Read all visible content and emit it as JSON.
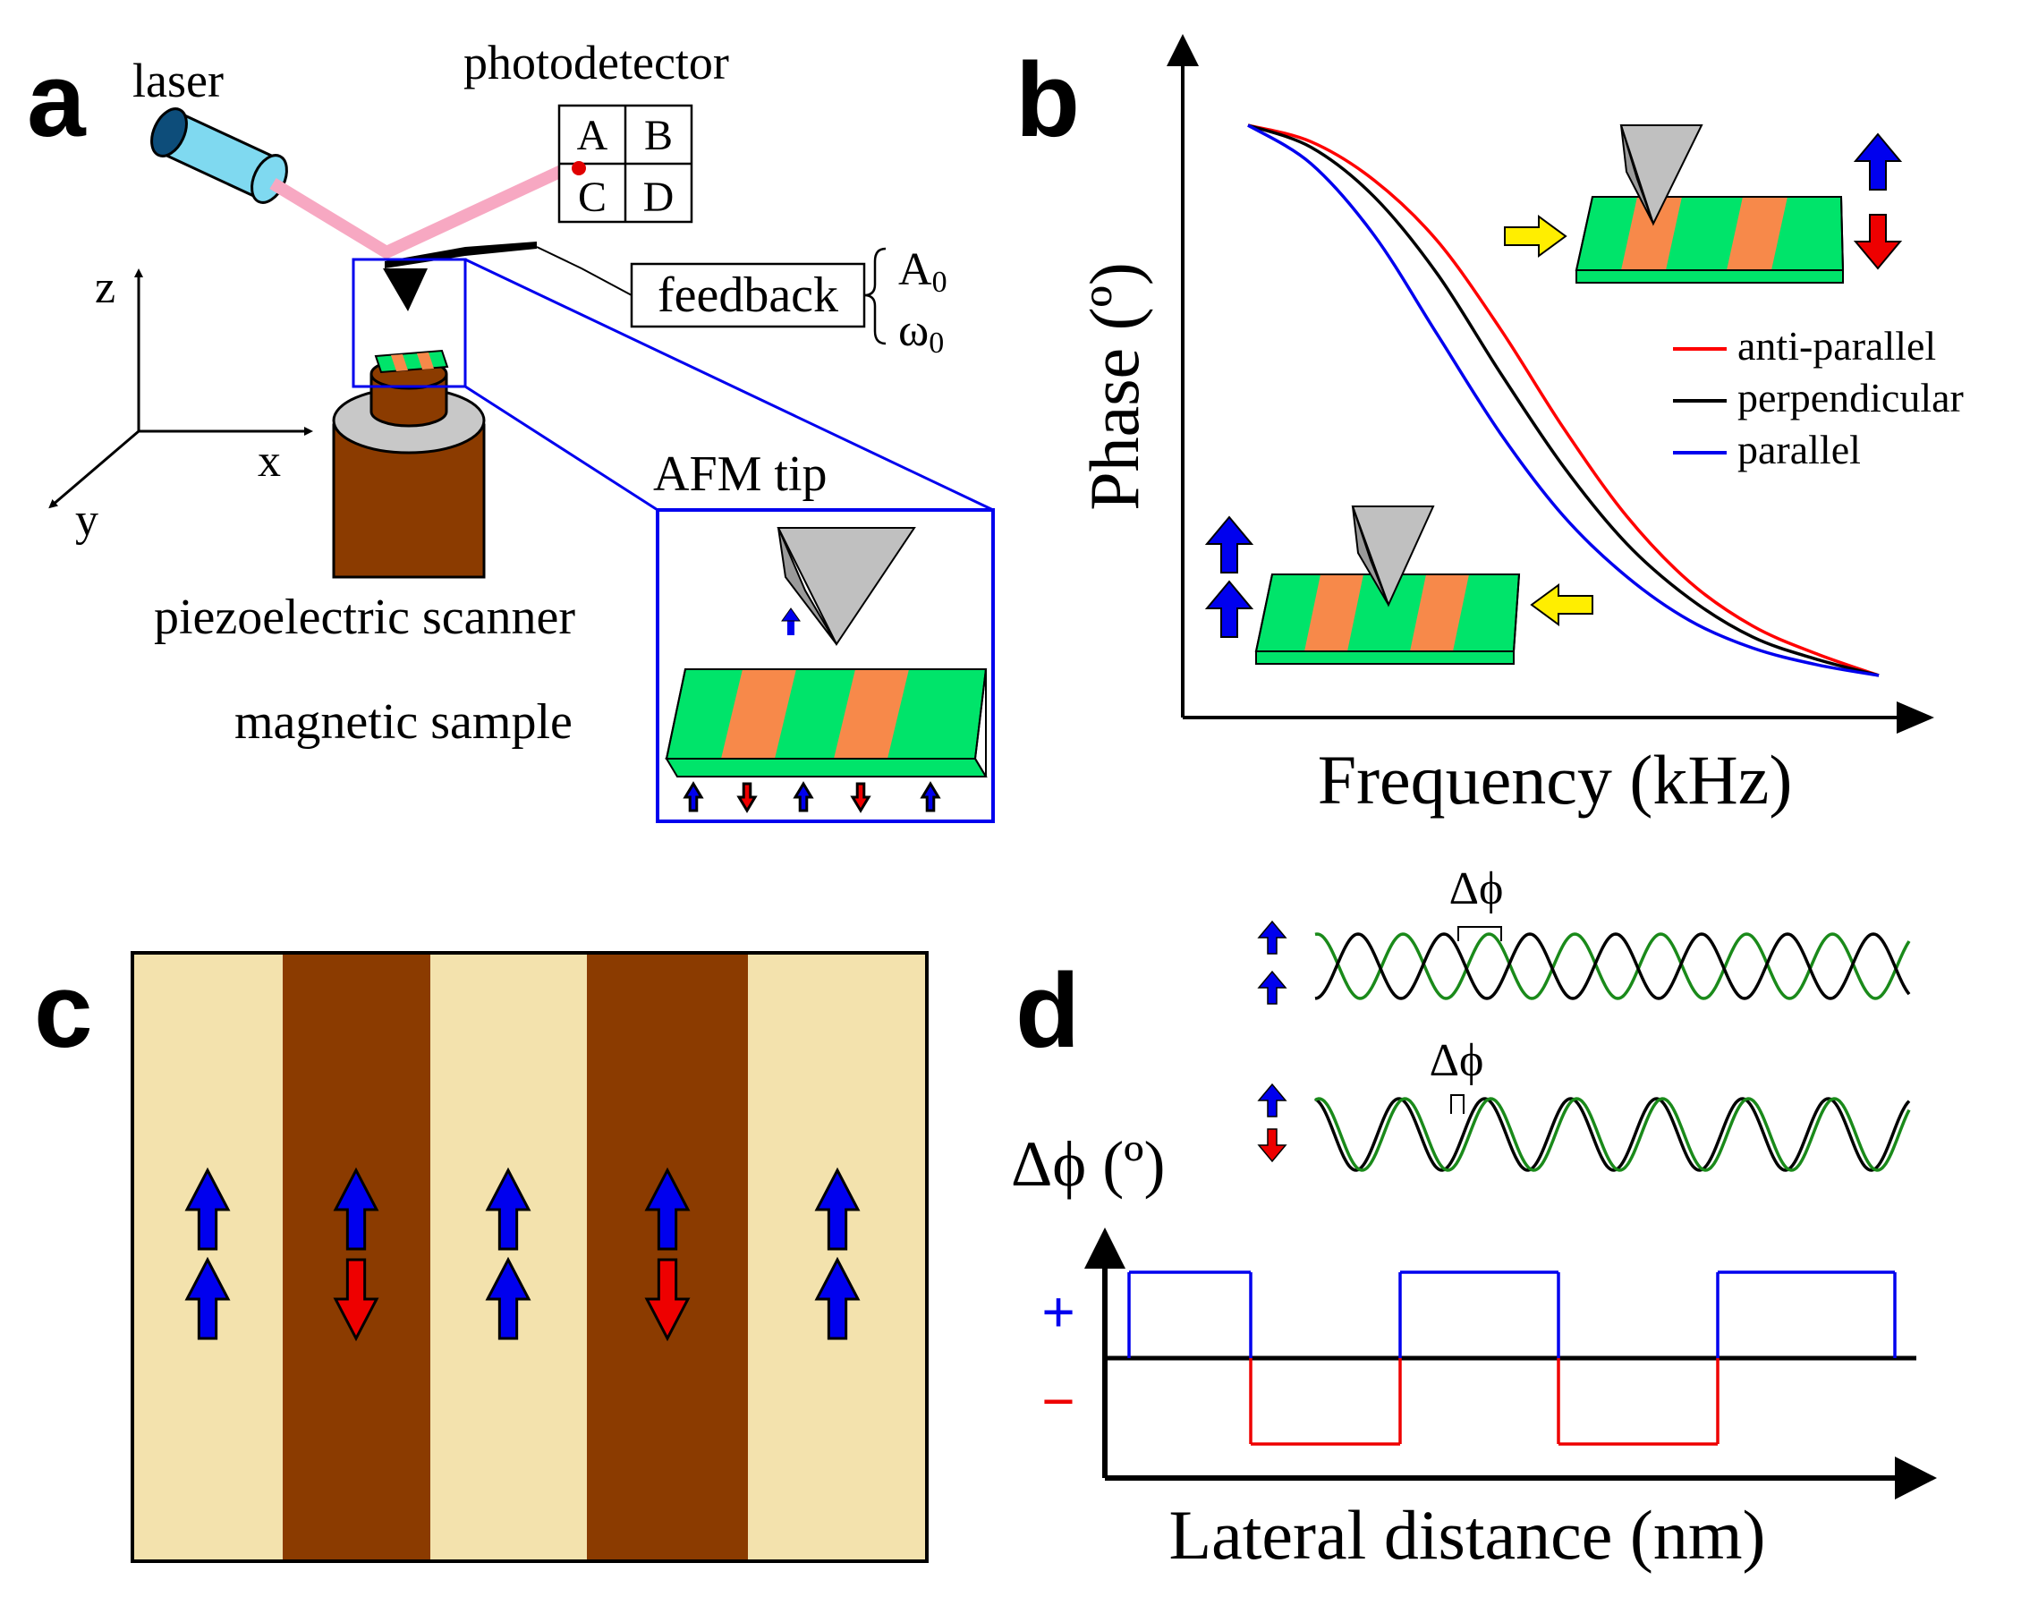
{
  "panels": {
    "a": {
      "letter": "a",
      "laser": "laser",
      "photodetector": "photodetector",
      "quadrants": [
        "A",
        "B",
        "C",
        "D"
      ],
      "feedback": "feedback",
      "amp_base": "A",
      "amp_sub": "0",
      "freq_base": "ω",
      "freq_sub": "0",
      "axis_z": "z",
      "axis_x": "x",
      "axis_y": "y",
      "afm_tip": "AFM tip",
      "scanner": "piezoelectric scanner",
      "sample": "magnetic sample"
    },
    "b": {
      "letter": "b",
      "legend": [
        "anti-parallel",
        "perpendicular",
        "parallel"
      ]
    },
    "c": {
      "letter": "c"
    },
    "d": {
      "letter": "d",
      "delta_phi_top": "Δϕ",
      "delta_phi_mid": "Δϕ",
      "ylabel": "Δϕ (º)",
      "plus": "+",
      "minus": "−",
      "xlabel": "Lateral distance (nm)"
    }
  },
  "chart_data": [
    {
      "type": "line",
      "xlabel": "Frequency (kHz)",
      "ylabel": "Phase (º)",
      "series": [
        {
          "name": "anti-parallel",
          "color": "#ff0000",
          "x": [
            0,
            0.1,
            0.2,
            0.3,
            0.4,
            0.5,
            0.6,
            0.7,
            0.8,
            0.9,
            1.0
          ],
          "y": [
            1.0,
            0.97,
            0.9,
            0.79,
            0.63,
            0.45,
            0.29,
            0.17,
            0.09,
            0.04,
            0.0
          ]
        },
        {
          "name": "perpendicular",
          "color": "#000000",
          "x": [
            0,
            0.1,
            0.2,
            0.3,
            0.4,
            0.5,
            0.6,
            0.7,
            0.8,
            0.9,
            1.0
          ],
          "y": [
            1.0,
            0.96,
            0.87,
            0.73,
            0.55,
            0.38,
            0.24,
            0.14,
            0.07,
            0.03,
            0.0
          ]
        },
        {
          "name": "parallel",
          "color": "#0000ee",
          "x": [
            0,
            0.1,
            0.2,
            0.3,
            0.4,
            0.5,
            0.6,
            0.7,
            0.8,
            0.9,
            1.0
          ],
          "y": [
            1.0,
            0.93,
            0.8,
            0.62,
            0.44,
            0.29,
            0.18,
            0.1,
            0.05,
            0.02,
            0.0
          ]
        }
      ]
    },
    {
      "type": "line",
      "xlabel": "Lateral distance (nm)",
      "ylabel": "Δϕ (º)",
      "series": [
        {
          "name": "",
          "step": "positive",
          "color": "#0000ee",
          "x": [
            0,
            1,
            2,
            3,
            4,
            5
          ],
          "y": [
            1,
            -1,
            1,
            -1,
            1,
            1
          ]
        }
      ]
    }
  ],
  "colors": {
    "green": "#00e46a",
    "orange": "#f7894a",
    "blue_arrow": "#0000ee",
    "red_arrow": "#ee0000",
    "yellow_arrow": "#ffee00",
    "domain_light": "#f3e2ad",
    "domain_dark": "#8b3b00",
    "scanner_brown": "#8b3b00",
    "frame_blue": "#0000ee",
    "beam_pink": "#f7a8c2",
    "laser_cyan": "#7fd9f0",
    "tip_grey": "#b8b8b8",
    "wave_green": "#1a8a1a"
  },
  "arrow_domains_c": [
    "up-up",
    "up-down",
    "up-up",
    "up-down",
    "up-up"
  ],
  "arrows_sample_a": [
    "up",
    "down",
    "up",
    "down",
    "up"
  ]
}
